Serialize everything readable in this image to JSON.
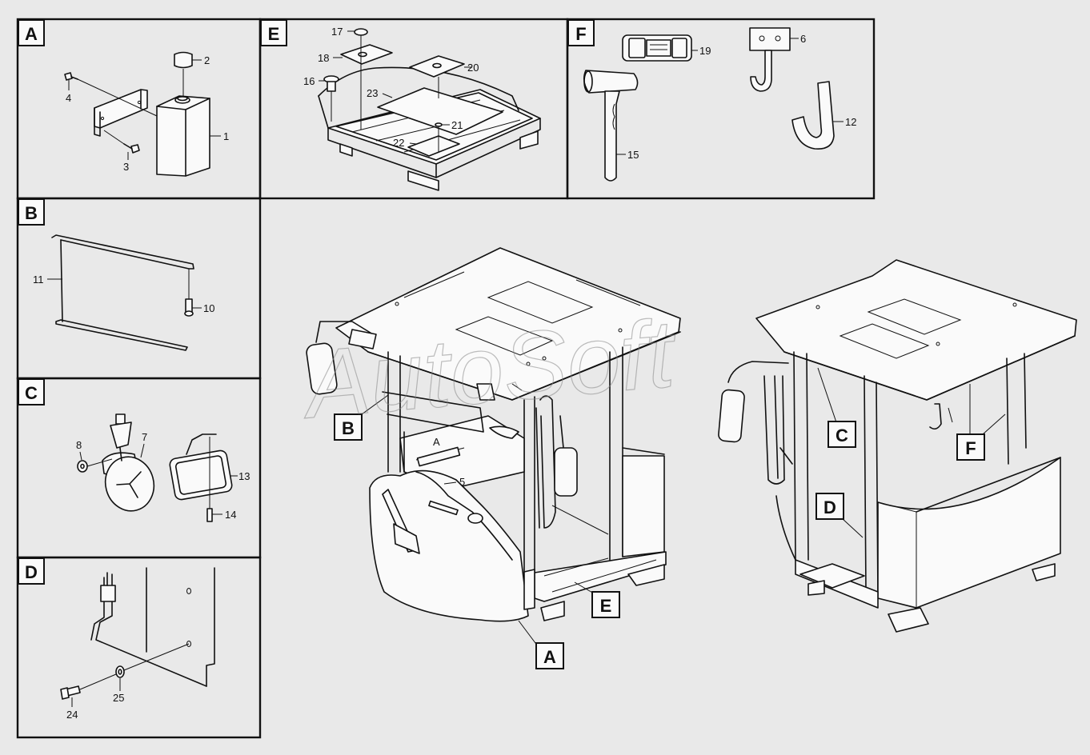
{
  "sections": {
    "A": {
      "label": "A",
      "parts": [
        "1",
        "2",
        "3",
        "4"
      ]
    },
    "B": {
      "label": "B",
      "parts": [
        "10",
        "11"
      ]
    },
    "C": {
      "label": "C",
      "parts": [
        "7",
        "8",
        "13",
        "14"
      ]
    },
    "D": {
      "label": "D",
      "parts": [
        "24",
        "25"
      ]
    },
    "E": {
      "label": "E",
      "parts": [
        "16",
        "17",
        "18",
        "20",
        "21",
        "22",
        "23"
      ]
    },
    "F": {
      "label": "F",
      "parts": [
        "6",
        "12",
        "15",
        "19"
      ]
    }
  },
  "main_view": {
    "part_5": "5",
    "callouts": {
      "A": "A",
      "B": "B",
      "C": "C",
      "D": "D",
      "E": "E",
      "F": "F"
    },
    "inner_mark": "A"
  },
  "watermark": "AutoSoft"
}
